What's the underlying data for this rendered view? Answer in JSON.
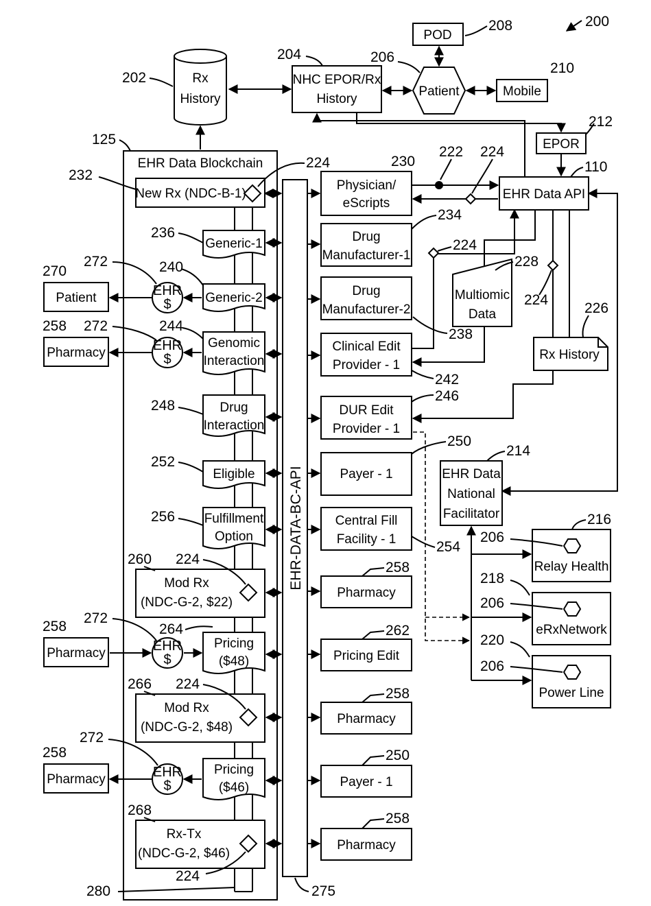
{
  "figure_ref": "200",
  "nodes": {
    "pod": "POD",
    "patient_top": "Patient",
    "mobile": "Mobile",
    "rx_history_db": [
      "Rx",
      "History"
    ],
    "nhc_epor": [
      "NHC EPOR/Rx",
      "History"
    ],
    "epor": "EPOR",
    "ehr_data_api": "EHR Data API",
    "ehr_blockchain": "EHR Data Blockchain",
    "bc_api": "EHR-DATA-BC-API",
    "new_rx": "New Rx (NDC-B-1)",
    "generic1": "Generic-1",
    "generic2": "Generic-2",
    "genomic": [
      "Genomic",
      "Interaction"
    ],
    "drug_inter": [
      "Drug",
      "Interaction"
    ],
    "eligible": "Eligible",
    "fulfillment": [
      "Fulfillment",
      "Option"
    ],
    "mod_rx_22": [
      "Mod Rx",
      "(NDC-G-2, $22)"
    ],
    "pricing_48": [
      "Pricing",
      "($48)"
    ],
    "mod_rx_48": [
      "Mod Rx",
      "(NDC-G-2, $48)"
    ],
    "pricing_46": [
      "Pricing",
      "($46)"
    ],
    "rx_tx": [
      "Rx-Tx",
      "(NDC-G-2, $46)"
    ],
    "physician": [
      "Physician/",
      "eScripts"
    ],
    "drug_mfr1": [
      "Drug",
      "Manufacturer-1"
    ],
    "drug_mfr2": [
      "Drug",
      "Manufacturer-2"
    ],
    "clinical_edit": [
      "Clinical Edit",
      "Provider - 1"
    ],
    "dur_edit": [
      "DUR Edit",
      "Provider - 1"
    ],
    "payer": "Payer - 1",
    "central_fill": [
      "Central Fill",
      "Facility - 1"
    ],
    "pharmacy": "Pharmacy",
    "pricing_edit": "Pricing Edit",
    "multiomic": [
      "Multiomic",
      "Data"
    ],
    "rx_history_doc": "Rx History",
    "national_fac": [
      "EHR Data",
      "National",
      "Facilitator"
    ],
    "relay_health": "Relay Health",
    "erx_network": "eRxNetwork",
    "power_line": "Power Line",
    "patient_left": "Patient",
    "ehr_token": [
      "EHR",
      "$"
    ]
  },
  "refs": {
    "r200": "200",
    "r202": "202",
    "r204": "204",
    "r206": "206",
    "r208": "208",
    "r210": "210",
    "r212": "212",
    "r110": "110",
    "r125": "125",
    "r232": "232",
    "r224": "224",
    "r230": "230",
    "r222": "222",
    "r236": "236",
    "r234": "234",
    "r228": "228",
    "r240": "240",
    "r270": "270",
    "r272": "272",
    "r226": "226",
    "r258": "258",
    "r244": "244",
    "r238": "238",
    "r242": "242",
    "r246": "246",
    "r248": "248",
    "r250": "250",
    "r214": "214",
    "r216": "216",
    "r252": "252",
    "r256": "256",
    "r254": "254",
    "r260": "260",
    "r218": "218",
    "r264": "264",
    "r262": "262",
    "r220": "220",
    "r266": "266",
    "r268": "268",
    "r280": "280",
    "r275": "275"
  }
}
